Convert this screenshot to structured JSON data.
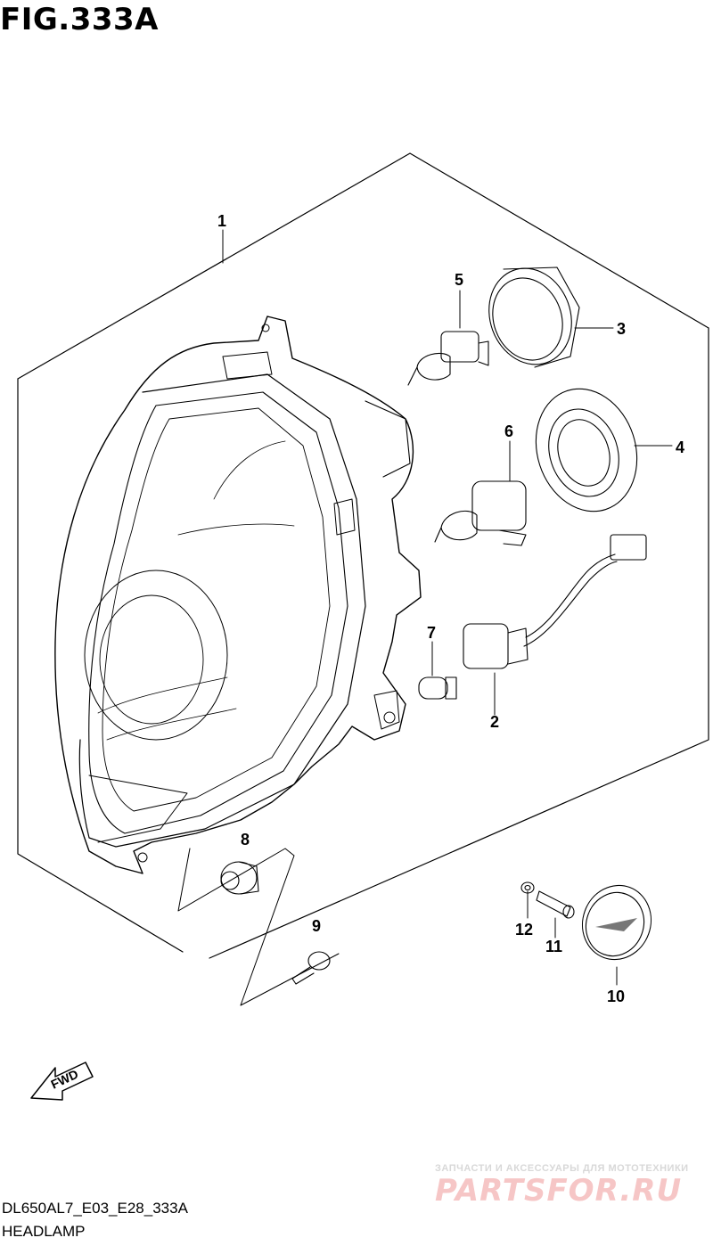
{
  "figure": {
    "title": "FIG.333A",
    "model_code": "DL650AL7_E03_E28_333A",
    "name": "HEADLAMP"
  },
  "callouts": [
    "1",
    "2",
    "3",
    "4",
    "5",
    "6",
    "7",
    "8",
    "9",
    "10",
    "11",
    "12"
  ],
  "fwd_label": "FWD",
  "watermark": {
    "subtitle": "ЗАПЧАСТИ И АКСЕССУАРЫ ДЛЯ МОТОТЕХНИКИ",
    "brand": "PARTSFOR.RU"
  },
  "colors": {
    "line": "#000000",
    "watermark_text": "#f6c6c6",
    "watermark_sub": "#d8d8d8"
  }
}
